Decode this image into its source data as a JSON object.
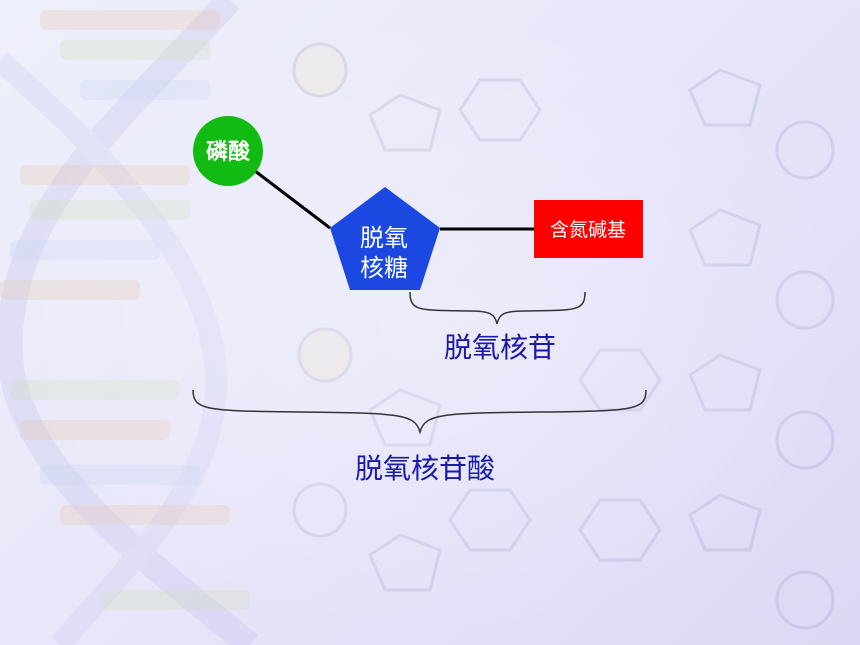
{
  "nodes": {
    "phosphate": {
      "label": "磷酸",
      "color": "#11bb11",
      "text_color": "#ffffff"
    },
    "sugar": {
      "line1": "脱氧",
      "line2": "核糖",
      "color": "#1a48e0",
      "text_color": "#ffffff"
    },
    "base": {
      "label": "含氮碱基",
      "color": "#ff0000",
      "text_color": "#ffffff"
    }
  },
  "brackets": {
    "nucleoside": {
      "label": "脱氧核苷",
      "color": "#1a1aa8"
    },
    "nucleotide": {
      "label": "脱氧核苷酸",
      "color": "#1a1aa8"
    }
  }
}
